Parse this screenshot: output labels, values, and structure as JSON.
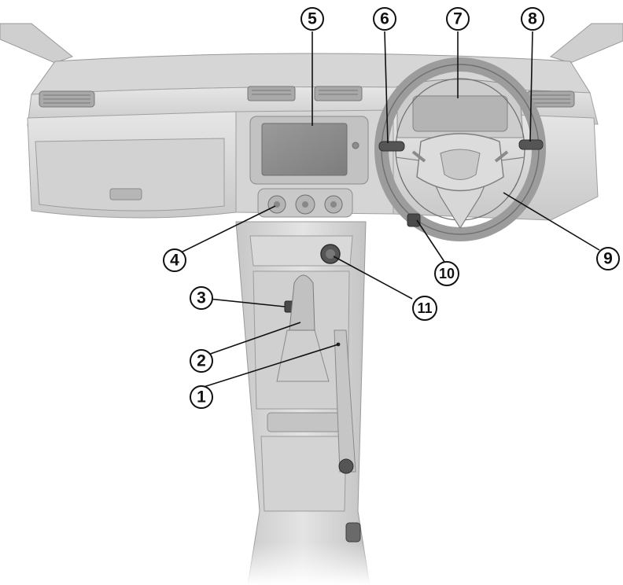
{
  "diagram": {
    "subject": "right-hand-drive car dashboard and centre console",
    "callouts": [
      {
        "label": "1"
      },
      {
        "label": "2"
      },
      {
        "label": "3"
      },
      {
        "label": "4"
      },
      {
        "label": "5"
      },
      {
        "label": "6"
      },
      {
        "label": "7"
      },
      {
        "label": "8"
      },
      {
        "label": "9"
      },
      {
        "label": "10"
      },
      {
        "label": "11"
      }
    ]
  },
  "colors": {
    "panel_fill": "#dcdcdc",
    "panel_dark": "#bdbdbd",
    "panel_light": "#ececec",
    "outline": "#8a8a8a",
    "ink": "#111111"
  }
}
